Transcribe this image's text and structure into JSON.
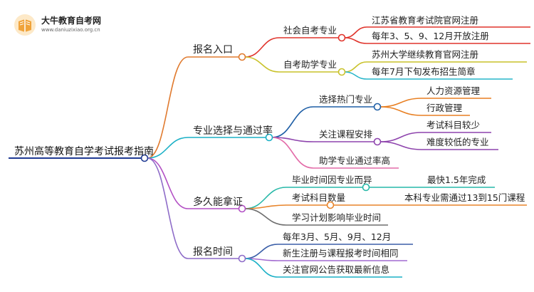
{
  "logo": {
    "title": "大牛教育自考网",
    "url": "www.daniuzixiao.org.cn"
  },
  "colors": {
    "root_line": "#1f3a93",
    "b1": "#e07a2e",
    "b1_1": "#e0342c",
    "b1_2": "#c9c22a",
    "b1_2_leaf": "#26b5c9",
    "b2": "#1ab0c6",
    "b2_1": "#1f5fa6",
    "b2_1_leaf": "#e87f22",
    "b2_2": "#8e44ad",
    "b2_3": "#e36ba8",
    "b3": "#b24fc4",
    "b3_1": "#27b8a8",
    "b3_2": "#e8842a",
    "b3_3": "#6e6e6e",
    "b4": "#8e6cc8",
    "b4_1": "#3b5fa8",
    "b4_2": "#a26ad0",
    "b4_3": "#1ab0c6"
  },
  "root": {
    "label": "苏州高等教育自学考试报考指南"
  },
  "branches": [
    {
      "label": "报名入口",
      "children": [
        {
          "label": "社会自考专业",
          "children": [
            {
              "label": "江苏省教育考试院官网注册"
            },
            {
              "label": "每年3、5、9、12月开放注册"
            }
          ]
        },
        {
          "label": "自考助学专业",
          "children": [
            {
              "label": "苏州大学继续教育官网注册"
            },
            {
              "label": "每年7月下旬发布招生简章"
            }
          ]
        }
      ]
    },
    {
      "label": "专业选择与通过率",
      "children": [
        {
          "label": "选择热门专业",
          "children": [
            {
              "label": "人力资源管理"
            },
            {
              "label": "行政管理"
            }
          ]
        },
        {
          "label": "关注课程安排",
          "children": [
            {
              "label": "考试科目较少"
            },
            {
              "label": "难度较低的专业"
            }
          ]
        },
        {
          "label": "助学专业通过率高",
          "children": []
        }
      ]
    },
    {
      "label": "多久能拿证",
      "children": [
        {
          "label": "毕业时间因专业而异",
          "children": [
            {
              "label": "最快1.5年完成"
            }
          ]
        },
        {
          "label": "考试科目数量",
          "children": [
            {
              "label": "本科专业需通过13到15门课程"
            }
          ]
        },
        {
          "label": "学习计划影响毕业时间",
          "children": []
        }
      ]
    },
    {
      "label": "报名时间",
      "children": [
        {
          "label": "每年3月、5月、9月、12月",
          "children": []
        },
        {
          "label": "新生注册与课程报考时间相同",
          "children": []
        },
        {
          "label": "关注官网公告获取最新信息",
          "children": []
        }
      ]
    }
  ]
}
